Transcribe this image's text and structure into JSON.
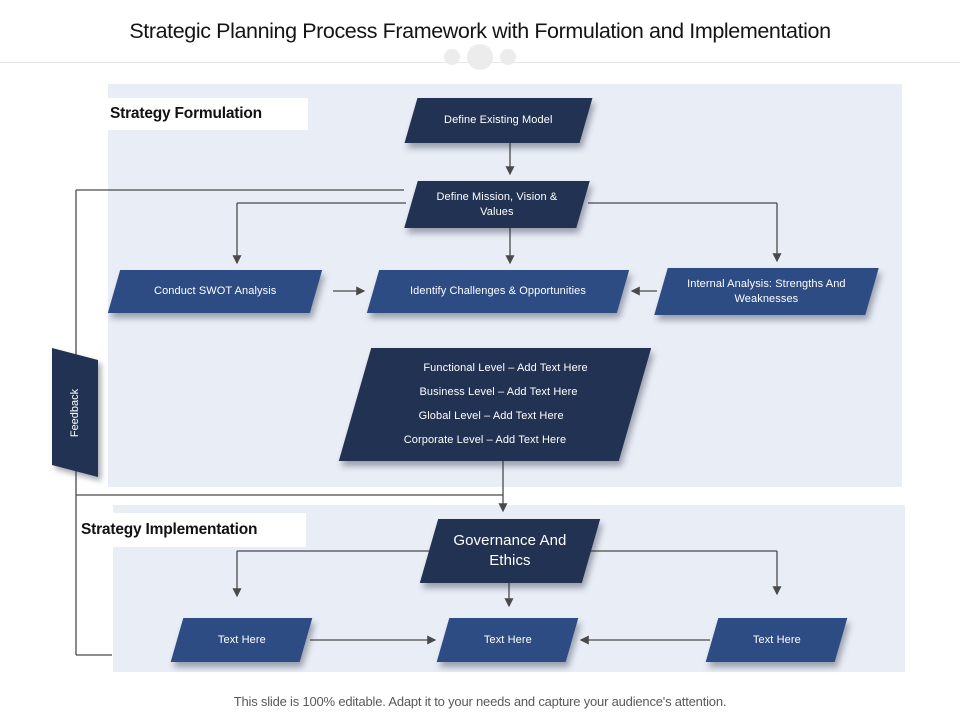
{
  "title": "Strategic Planning Process Framework with Formulation and Implementation",
  "footer": "This slide is 100% editable. Adapt it to your needs and capture your audience's attention.",
  "sections": {
    "formulation": {
      "label": "Strategy Formulation"
    },
    "implementation": {
      "label": "Strategy Implementation"
    }
  },
  "nodes": {
    "define_existing": {
      "label": "Define Existing Model"
    },
    "define_mission": {
      "label": "Define Mission, Vision & Values"
    },
    "swot": {
      "label": "Conduct SWOT Analysis"
    },
    "identify": {
      "label": "Identify Challenges & Opportunities"
    },
    "internal": {
      "label": "Internal Analysis: Strengths And Weaknesses"
    },
    "levels": {
      "lines": [
        "Functional Level – Add Text Here",
        "Business Level – Add Text Here",
        "Global Level – Add Text Here",
        "Corporate Level – Add Text Here"
      ]
    },
    "feedback": {
      "label": "Feedback"
    },
    "governance": {
      "label": "Governance And Ethics"
    },
    "text_here_left": {
      "label": "Text Here"
    },
    "text_here_center": {
      "label": "Text Here"
    },
    "text_here_right": {
      "label": "Text Here"
    }
  },
  "colors": {
    "dark_navy": "#213252",
    "medium_blue": "#2e4c84",
    "panel_background": "#e9edf6",
    "connector_line": "#4a4a4a"
  }
}
